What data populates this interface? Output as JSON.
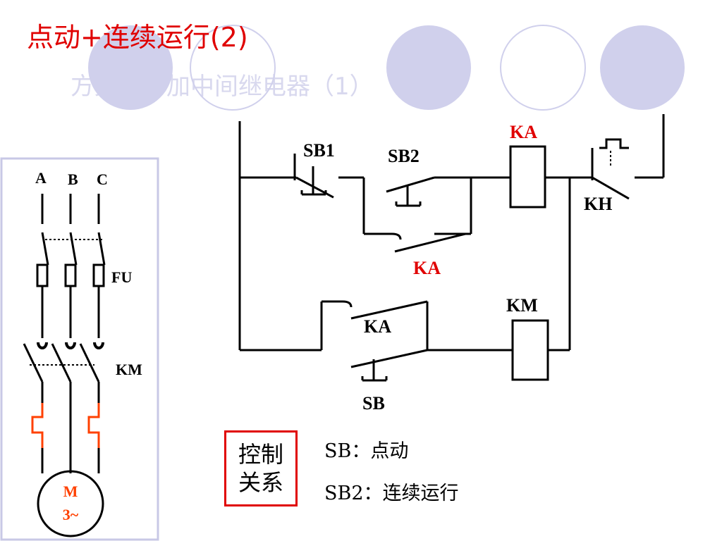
{
  "title": "点动+连续运行(2)",
  "subtitle": "方案二：加中间继电器（1）",
  "colors": {
    "title": "#e00000",
    "deco_circle": "#d0d0ec",
    "accent_label": "#e00000",
    "heater": "#ff4000",
    "motor": "#ff4000"
  },
  "main_circuit": {
    "phase_labels": [
      "A",
      "B",
      "C"
    ],
    "fuse_label": "FU",
    "contactor_label": "KM",
    "motor_label": "M",
    "motor_sub": "3~"
  },
  "control_circuit": {
    "sb1": "SB1",
    "sb2": "SB2",
    "ka_coil": "KA",
    "kh": "KH",
    "ka_hold": "KA",
    "km_coil": "KM",
    "ka_contact": "KA",
    "sb": "SB"
  },
  "legend": {
    "box_line1": "控制",
    "box_line2": "关系",
    "item1": "SB：点动",
    "item2": "SB2：连续运行"
  }
}
